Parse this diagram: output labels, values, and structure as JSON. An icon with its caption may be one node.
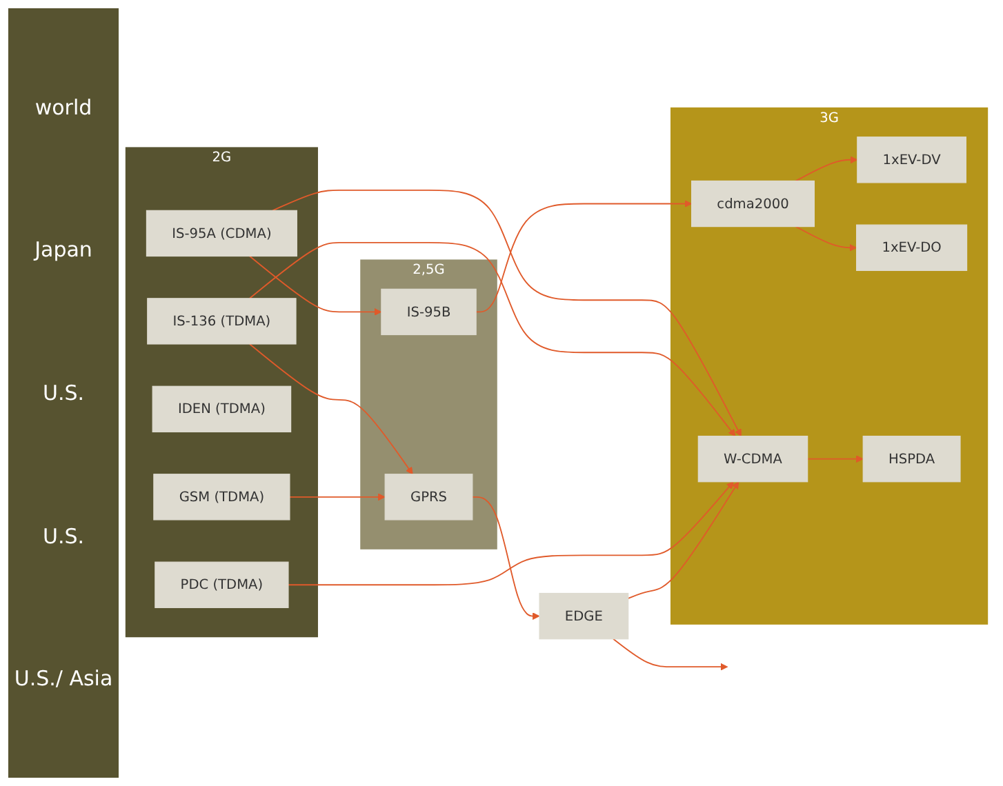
{
  "diagram": {
    "nodes": [
      {
        "text": [
          "2G"
        ]
      },
      {
        "text": [
          "GSM (TDMA)"
        ],
        "in": 0
      },
      {
        "text": [
          "PDC (TDMA)"
        ],
        "in": 0
      },
      {
        "text": [
          "IDEN (TDMA)"
        ],
        "in": 0
      },
      {
        "text": [
          "IS-136 (TDMA)"
        ],
        "in": 0
      },
      {
        "text": [
          "IS-95A (CDMA)"
        ],
        "in": 0
      },
      {
        "text": [
          "2,5G"
        ]
      },
      {
        "text": [
          "GPRS"
        ],
        "in": 6
      },
      {
        "text": [
          "IS-95B"
        ],
        "in": 6
      },
      {
        "text": [
          "3G"
        ]
      },
      {
        "text": [
          "EDGE"
        ]
      },
      {
        "text": [
          "W-CDMA"
        ],
        "in": 9
      },
      {
        "text": [
          "HSPDA"
        ],
        "in": 9
      },
      {
        "text": [
          "cdma2000"
        ],
        "in": 9
      },
      {
        "text": [
          "1xEV-DO"
        ],
        "in": 9
      },
      {
        "text": [
          "1xEV-DV"
        ],
        "in": 9
      }
    ],
    "edges": [
      {
        "from": 1,
        "to": 7,
        "arrow": "to"
      },
      {
        "from": 7,
        "to": 10,
        "arrow": "to"
      },
      {
        "from": 10,
        "to": null,
        "arrow": "to"
      },
      {
        "from": 10,
        "to": 11,
        "arrow": "to"
      },
      {
        "from": 2,
        "to": 11,
        "arrow": "to"
      },
      {
        "from": 4,
        "to": 7,
        "arrow": "to"
      },
      {
        "from": 4,
        "to": 11,
        "arrow": "to"
      },
      {
        "from": 5,
        "to": 11,
        "arrow": "to"
      },
      {
        "from": 5,
        "to": 8,
        "arrow": "to"
      },
      {
        "from": 8,
        "to": 13,
        "arrow": "to"
      },
      {
        "from": 11,
        "to": 12,
        "arrow": "to"
      },
      {
        "from": 13,
        "to": 14,
        "arrow": "to"
      },
      {
        "from": 13,
        "to": 15,
        "arrow": "to"
      }
    ],
    "labels": [
      "world",
      "Japan",
      "U.S.",
      "U.S.",
      "U.S./ Asia"
    ]
  }
}
